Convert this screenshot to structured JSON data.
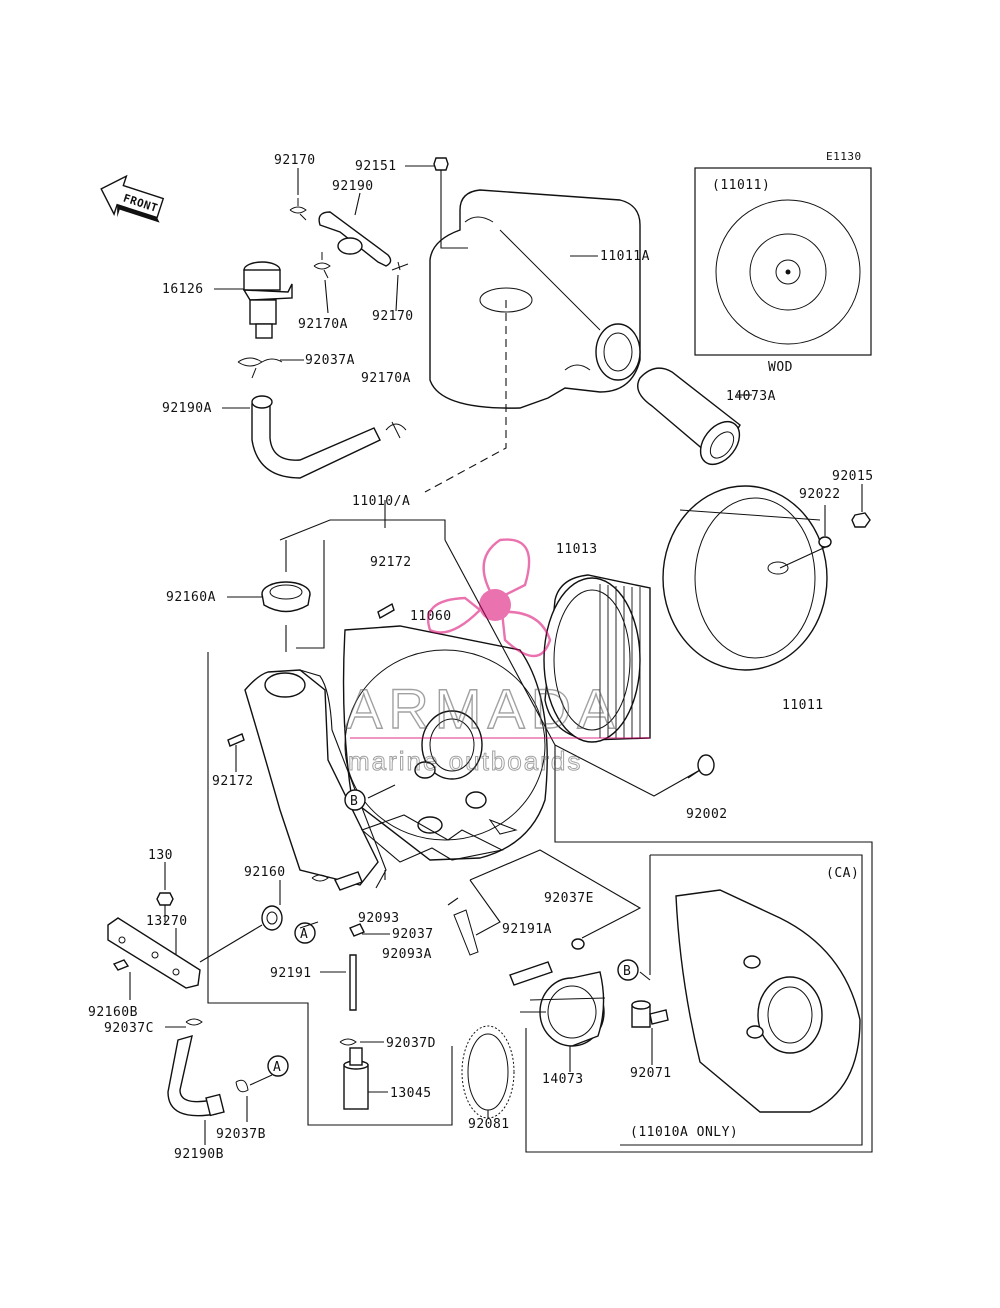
{
  "code": "E1130",
  "front_label": "FRONT",
  "parts": {
    "p92170_top": "92170",
    "p92151": "92151",
    "p92190": "92190",
    "p16126": "16126",
    "p92170A_mid": "92170A",
    "p92170_mid": "92170",
    "p11011A": "11011A",
    "p92037A": "92037A",
    "p92170A_low": "92170A",
    "p92190A": "92190A",
    "p14073A": "14073A",
    "p92015": "92015",
    "p92022": "92022",
    "p11010A": "11010/A",
    "p11013": "11013",
    "p92172_top": "92172",
    "p92160A": "92160A",
    "p11060": "11060",
    "p11011": "11011",
    "p92172_left": "92172",
    "p92002": "92002",
    "p130": "130",
    "p92160": "92160",
    "p13270": "13270",
    "p92093": "92093",
    "p92037": "92037",
    "p92093A": "92093A",
    "p92037E": "92037E",
    "p92191A": "92191A",
    "p92191": "92191",
    "p92160B": "92160B",
    "p92037C": "92037C",
    "p92037D": "92037D",
    "p14073": "14073",
    "p92071": "92071",
    "p13045": "13045",
    "p92037B": "92037B",
    "p92081": "92081",
    "p92190B": "92190B"
  },
  "inset_wod": {
    "ref": "(11011)",
    "caption": "WOD"
  },
  "inset_ca": {
    "tag": "(CA)",
    "caption": "(11010A ONLY)"
  },
  "callouts": {
    "a": "A",
    "b": "B"
  },
  "watermark": {
    "brand": "ARMADA",
    "tagline": "marine outboards",
    "color": "#d9006c"
  }
}
